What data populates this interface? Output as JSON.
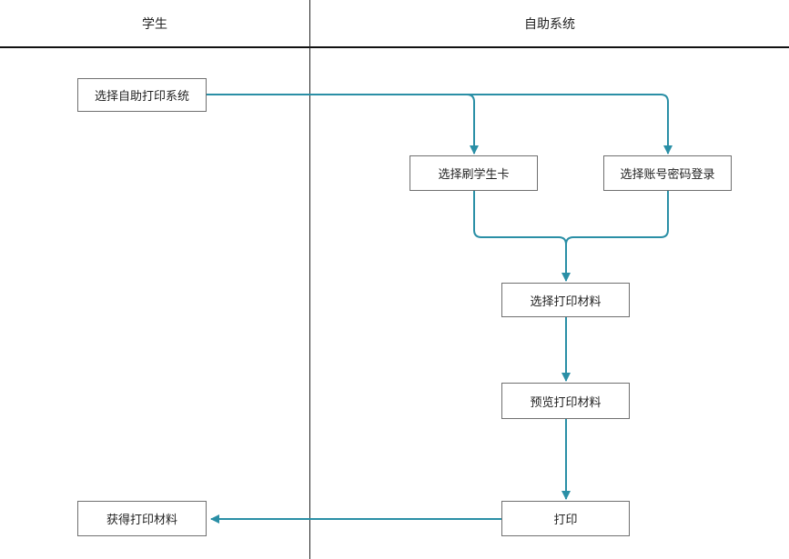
{
  "lanes": {
    "student": "学生",
    "system": "自助系统"
  },
  "nodes": {
    "select_system": "选择自助打印系统",
    "swipe_card": "选择刷学生卡",
    "account_login": "选择账号密码登录",
    "select_material": "选择打印材料",
    "preview_material": "预览打印材料",
    "print": "打印",
    "get_material": "获得打印材料"
  },
  "colors": {
    "edge": "#2a8fa6",
    "border": "#6f6f6f",
    "divider": "#111111"
  }
}
